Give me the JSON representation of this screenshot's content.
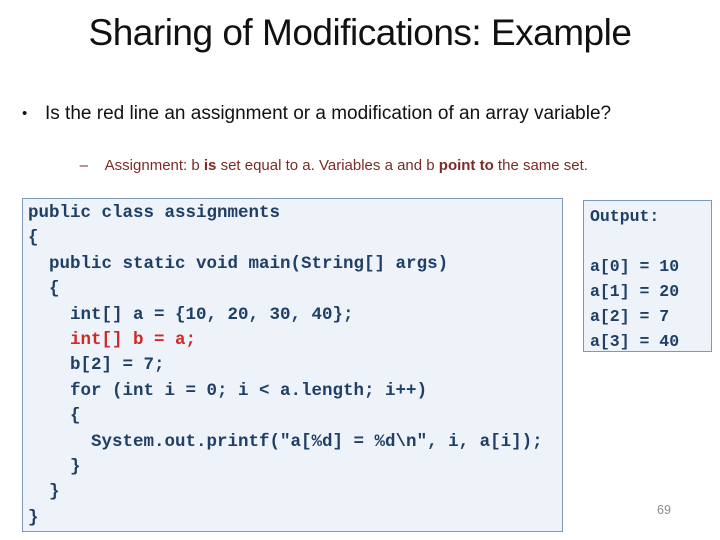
{
  "slide": {
    "title": "Sharing of Modifications: Example",
    "page_number": "69"
  },
  "bullets": {
    "main_glyph": "•",
    "main_text": "Is the red line an assignment or a modification of an array variable?",
    "sub_glyph": "–",
    "sub_parts": [
      "Assignment: b ",
      "is",
      " set equal to a. Variables a and b ",
      "point to",
      " the same set."
    ]
  },
  "code_box": {
    "lines": [
      {
        "text": "public class assignments",
        "red": false
      },
      {
        "text": "{",
        "red": false
      },
      {
        "text": "  public static void main(String[] args)",
        "red": false
      },
      {
        "text": "  {",
        "red": false
      },
      {
        "text": "    int[] a = {10, 20, 30, 40};",
        "red": false
      },
      {
        "text": "    int[] b = a;",
        "red": true
      },
      {
        "text": "    b[2] = 7;",
        "red": false
      },
      {
        "text": "    for (int i = 0; i < a.length; i++)",
        "red": false
      },
      {
        "text": "    {",
        "red": false
      },
      {
        "text": "      System.out.printf(\"a[%d] = %d\\n\", i, a[i]);",
        "red": false
      },
      {
        "text": "    }",
        "red": false
      },
      {
        "text": "  }",
        "red": false
      },
      {
        "text": "}",
        "red": false
      }
    ]
  },
  "output_box": {
    "title": "Output:",
    "lines": [
      "a[0] = 10",
      "a[1] = 20",
      "a[2] = 7",
      "a[3] = 40"
    ]
  },
  "colors": {
    "code_text": "#1F3F66",
    "code_red": "#CE2B26",
    "box_bg": "#EEF2F9",
    "box_border": "#7C99B8",
    "sub_bullet_text": "#7A2B27",
    "page_number": "#8C8C8C"
  }
}
